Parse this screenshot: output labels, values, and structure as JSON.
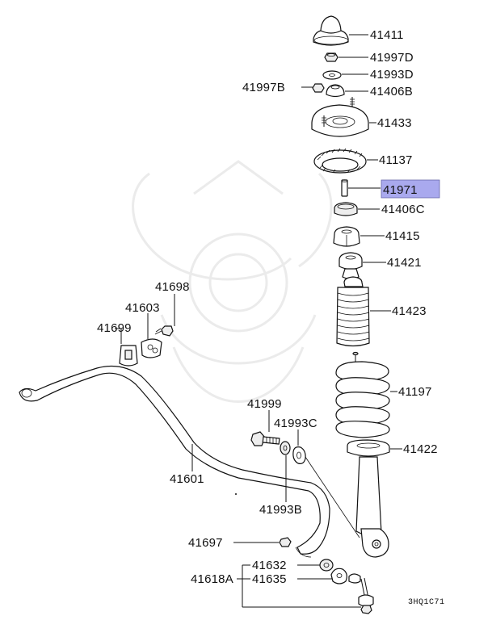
{
  "diagram_code": "3HQ1C71",
  "highlight_color": "#a9a9ee",
  "labels": {
    "l41411": "41411",
    "l41997D": "41997D",
    "l41993D": "41993D",
    "l41997B": "41997B",
    "l41406B": "41406B",
    "l41433": "41433",
    "l41137": "41137",
    "l41971": "41971",
    "l41406C": "41406C",
    "l41415": "41415",
    "l41421": "41421",
    "l41423": "41423",
    "l41197": "41197",
    "l41422": "41422",
    "l41698": "41698",
    "l41603": "41603",
    "l41699": "41699",
    "l41999": "41999",
    "l41993C": "41993C",
    "l41601": "41601",
    "l41993B": "41993B",
    "l41697": "41697",
    "l41632": "41632",
    "l41635": "41635",
    "l41618A": "41618A"
  }
}
